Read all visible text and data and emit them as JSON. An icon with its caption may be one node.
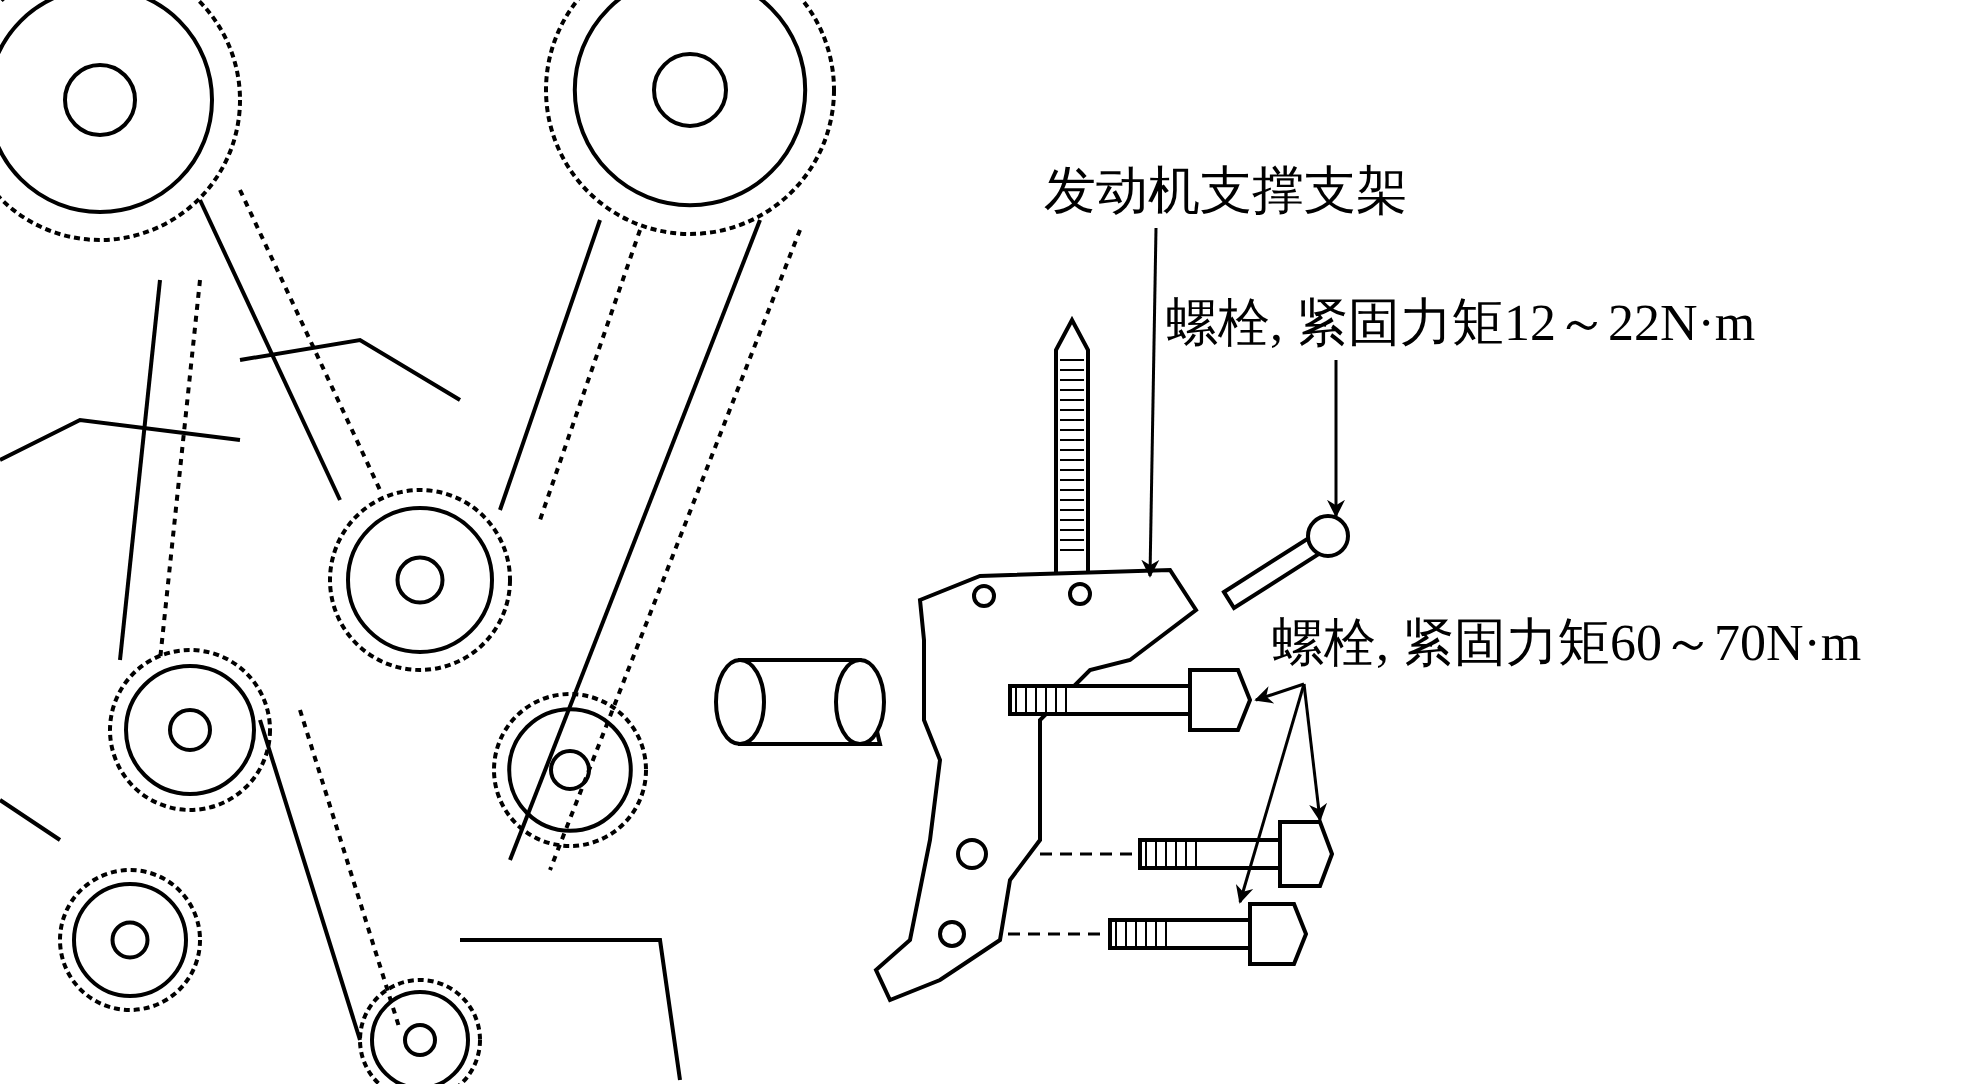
{
  "diagram": {
    "nodes": [
      {
        "text": [
          "发动机支撑支架"
        ]
      },
      {
        "text": [
          "螺栓, 紧固力矩12～22N·m"
        ]
      },
      {
        "text": [
          "螺栓, 紧固力矩60～70N·m"
        ]
      },
      {
        "text": [],
        "shape": "picture"
      },
      {
        "text": [],
        "shape": "picture"
      },
      {
        "text": [],
        "shape": "picture"
      },
      {
        "text": [],
        "shape": "picture"
      },
      {
        "text": [],
        "shape": "picture"
      }
    ],
    "edges": [
      {
        "from": 0,
        "to": 3,
        "arrow": "to"
      },
      {
        "from": 1,
        "to": 4,
        "arrow": "to"
      },
      {
        "from": 2,
        "to": 5,
        "arrow": "to"
      },
      {
        "from": 2,
        "to": 6,
        "arrow": "to"
      },
      {
        "from": 2,
        "to": 7,
        "arrow": "to"
      },
      {
        "from": 3,
        "to": 6,
        "arrow": "none",
        "style": "dashed"
      },
      {
        "from": 3,
        "to": 7,
        "arrow": "none",
        "style": "dashed"
      }
    ]
  }
}
